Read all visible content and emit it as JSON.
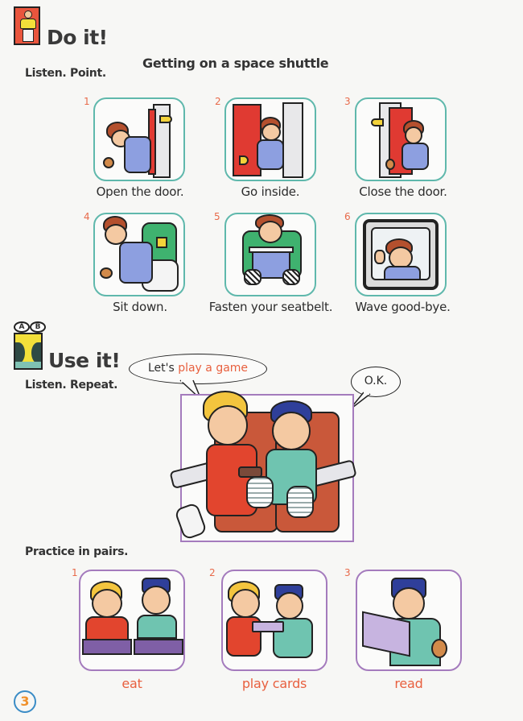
{
  "do_it": {
    "icon": "child-arms-up-icon",
    "title": "Do it!",
    "instruction": "Listen. Point.",
    "subtitle": "Getting on a space shuttle",
    "items": [
      {
        "num": "1",
        "caption": "Open the door.",
        "scene": "boy-opening-door"
      },
      {
        "num": "2",
        "caption": "Go inside.",
        "scene": "boy-walking-through-door"
      },
      {
        "num": "3",
        "caption": "Close the door.",
        "scene": "boy-closing-door"
      },
      {
        "num": "4",
        "caption": "Sit down.",
        "scene": "boy-sitting-in-seat"
      },
      {
        "num": "5",
        "caption": "Fasten your seatbelt.",
        "scene": "boy-fastening-seatbelt"
      },
      {
        "num": "6",
        "caption": "Wave good-bye.",
        "scene": "boy-waving-at-window"
      }
    ]
  },
  "use_it": {
    "icon": "ab-pair-faces-icon",
    "icon_letters": [
      "A",
      "B"
    ],
    "title": "Use it!",
    "instruction": "Listen. Repeat.",
    "dialogue": {
      "speaker_a_prefix": "Let's ",
      "speaker_a_highlight": "play a game",
      "speaker_b": "O.K."
    },
    "scene": "two-boys-in-shuttle-seats"
  },
  "practice": {
    "instruction": "Practice in pairs.",
    "items": [
      {
        "num": "1",
        "caption": "eat",
        "scene": "boys-eating-trays"
      },
      {
        "num": "2",
        "caption": "play cards",
        "scene": "boys-playing-cards"
      },
      {
        "num": "3",
        "caption": "read",
        "scene": "boy-reading-book"
      }
    ]
  },
  "page_number": "3",
  "colors": {
    "teal_border": "#5fb8ac",
    "purple_border": "#a47bbd",
    "orange_text": "#e8603f",
    "number_red": "#e86a4a",
    "page_circle": "#3a8cc6",
    "page_digit": "#f0902a"
  }
}
